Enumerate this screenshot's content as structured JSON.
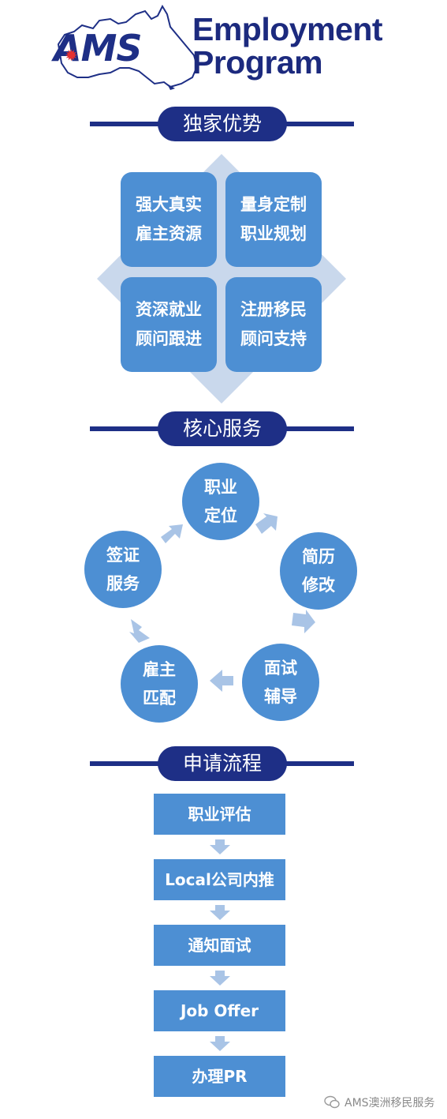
{
  "logo": {
    "brand": "AMS"
  },
  "header": {
    "title_line1": "Employment",
    "title_line2": "Program"
  },
  "sections": {
    "advantages": "独家优势",
    "services": "核心服务",
    "process": "申请流程"
  },
  "advantages": [
    {
      "line1": "强大真实",
      "line2": "雇主资源"
    },
    {
      "line1": "量身定制",
      "line2": "职业规划"
    },
    {
      "line1": "资深就业",
      "line2": "顾问跟进"
    },
    {
      "line1": "注册移民",
      "line2": "顾问支持"
    }
  ],
  "services": [
    {
      "line1": "职业",
      "line2": "定位"
    },
    {
      "line1": "简历",
      "line2": "修改"
    },
    {
      "line1": "面试",
      "line2": "辅导"
    },
    {
      "line1": "雇主",
      "line2": "匹配"
    },
    {
      "line1": "签证",
      "line2": "服务"
    }
  ],
  "process": [
    "职业评估",
    "Local公司内推",
    "通知面试",
    "Job Offer",
    "办理PR"
  ],
  "watermark": {
    "text": "AMS澳洲移民服务"
  },
  "colors": {
    "navy": "#1e2f86",
    "box_blue": "#4d8fd3",
    "light_blue": "#c9d8ec",
    "arrow_blue": "#a9c4e6"
  }
}
